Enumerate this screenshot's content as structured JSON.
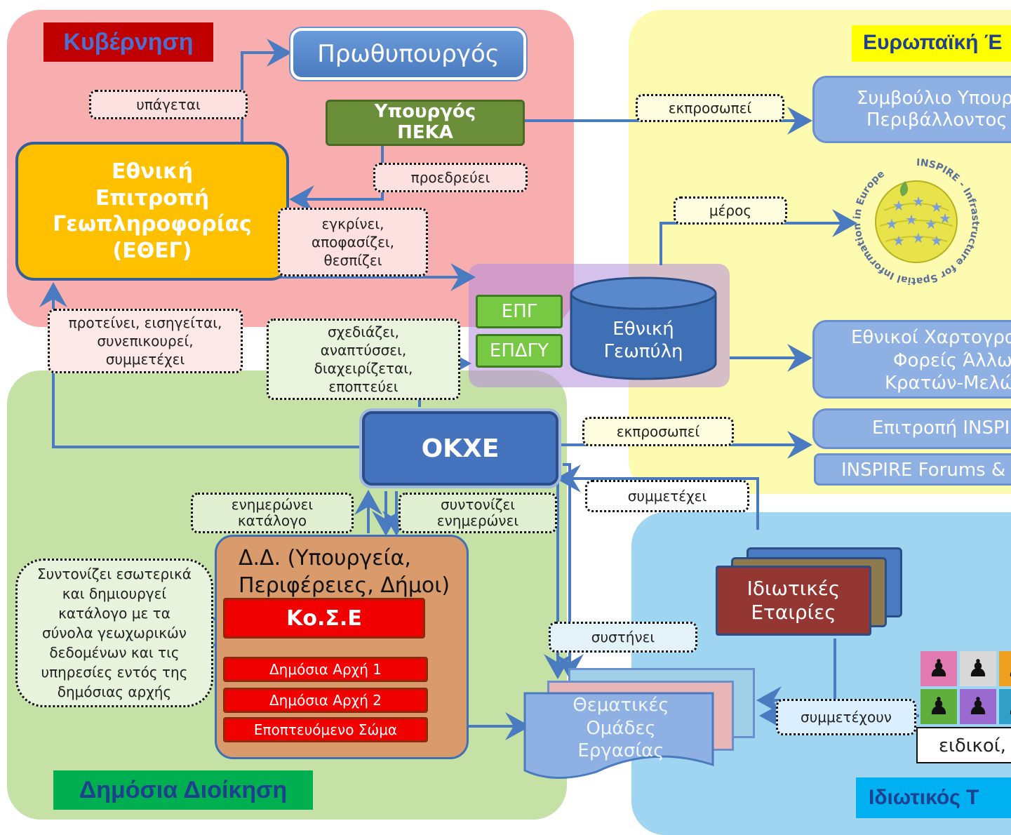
{
  "regions": {
    "government": "Κυβέρνηση",
    "european": "Ευρωπαϊκή Έ",
    "public_admin": "Δημόσια Διοίκηση",
    "private": "Ιδιωτικός Τ"
  },
  "nodes": {
    "prime_minister": "Πρωθυπουργός",
    "minister": [
      "Υπουργός",
      "ΠΕΚΑ"
    ],
    "eueg": [
      "Εθνική",
      "Επιτροπή",
      "Γεωπληροφορίας",
      "(ΕΘΕΓ)"
    ],
    "epg": "ΕΠΓ",
    "epdgy": "ΕΠΔΓΥ",
    "geoportal": [
      "Εθνική",
      "Γεωπύλη"
    ],
    "okxe": "ΟΚΧΕ",
    "dd_title": [
      "Δ.Δ. (Υπουργεία,",
      "Περιφέρειες, Δήμοι)"
    ],
    "kose": "Κο.Σ.Ε",
    "authority1": "Δημόσια Αρχή 1",
    "authority2": "Δημόσια Αρχή 2",
    "supervised_body": "Εποπτευόμενο Σώμα",
    "working_groups": [
      "Θεματικές",
      "Ομάδες",
      "Εργασίας"
    ],
    "private_companies": [
      "Ιδιωτικές",
      "Εταιρίες"
    ],
    "experts": "ειδικοί, κ",
    "council": [
      "Συμβούλιο Υπουρ",
      "Περιβάλλοντος Ε"
    ],
    "national_agencies": [
      "Εθνικοί Χαρτογραφ",
      "Φορείς Άλλων",
      "Κρατών-Μελών"
    ],
    "inspire_committee": "Επιτροπή INSPIR",
    "inspire_forums": "INSPIRE Forums & T"
  },
  "edge_labels": {
    "subordinate": "υπάγεται",
    "represents_top": "εκπροσωπεί",
    "chairs": "προεδρεύει",
    "approves": [
      "εγκρίνει,",
      "αποφασίζει,",
      "θεσπίζει"
    ],
    "part": "μέρος",
    "proposes": [
      "προτείνει, εισηγείται,",
      "συνεπικουρεί,",
      "συμμετέχει"
    ],
    "designs": [
      "σχεδιάζει,",
      "αναπτύσσει,",
      "διαχειρίζεται,",
      "εποπτεύει"
    ],
    "represents_mid": "εκπροσωπεί",
    "participates": "συμμετέχει",
    "updates_catalog": [
      "ενημερώνει",
      "κατάλογο"
    ],
    "coordinates": [
      "συντονίζει",
      "ενημερώνει"
    ],
    "internal_coord": [
      "Συντονίζει εσωτερικά",
      "και δημιουργεί",
      "κατάλογο με τα",
      "σύνολα γεωχωρικών",
      "δεδομένων και τις",
      "υπηρεσίες εντός της",
      "δημόσιας αρχής"
    ],
    "establishes": "συστήνει",
    "participate_plural": "συμμετέχουν"
  },
  "inspire_logo": {
    "arc_text": "INSPIRE - Infrastructure for Spatial Information in Europe"
  },
  "colors": {
    "government_bg": "#f8aeae",
    "european_bg": "#fdfbb0",
    "public_bg": "#c5e1a5",
    "private_bg": "#9fd5f0",
    "arrow": "#4a7bc0",
    "eueg": "#ffc000",
    "okxe": "#4673be",
    "kose": "#f00000"
  }
}
